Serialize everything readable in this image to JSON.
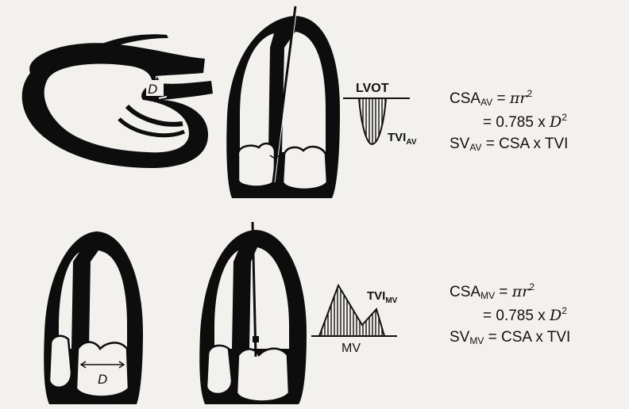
{
  "top_panel": {
    "diameter_label": "D",
    "doppler_label": "LVOT",
    "tvi_label": "TVI",
    "tvi_sub": "AV",
    "eq1_left": "CSA",
    "eq1_sub": "AV",
    "eq1_right_pi": "π",
    "eq1_right_r": "r",
    "eq1_sup": "2",
    "eq2_text": "= 0.785 x ",
    "eq2_D": "D",
    "eq2_sup": "2",
    "eq3_left": "SV",
    "eq3_sub": "AV",
    "eq3_right": "= CSA x TVI"
  },
  "bottom_panel": {
    "diameter_label": "D",
    "doppler_label": "MV",
    "tvi_label": "TVI",
    "tvi_sub": "MV",
    "eq1_left": "CSA",
    "eq1_sub": "MV",
    "eq1_right_pi": "π",
    "eq1_right_r": "r",
    "eq1_sup": "2",
    "eq2_text": "= 0.785 x ",
    "eq2_D": "D",
    "eq2_sup": "2",
    "eq3_left": "SV",
    "eq3_sub": "MV",
    "eq3_right": "= CSA x TVI"
  }
}
